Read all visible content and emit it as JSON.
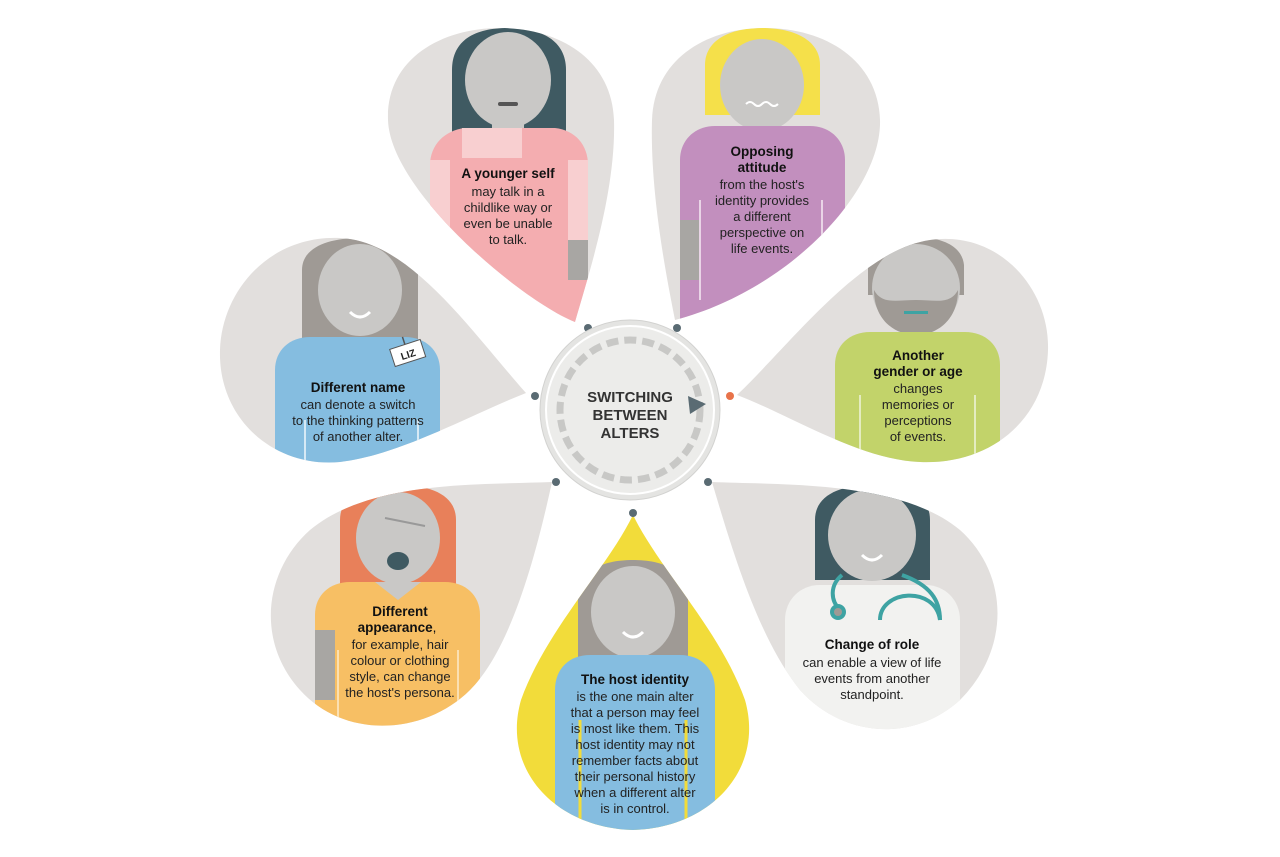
{
  "center": {
    "lines": [
      "SWITCHING",
      "BETWEEN",
      "ALTERS"
    ]
  },
  "alters": {
    "younger": {
      "title": "A younger self",
      "lines": [
        "may talk in a",
        "childlike way or",
        "even be unable",
        "to talk."
      ]
    },
    "opposing": {
      "title_lines": [
        "Opposing",
        "attitude"
      ],
      "lines": [
        "from the host's",
        "identity provides",
        "a different",
        "perspective on",
        "life events."
      ]
    },
    "gender": {
      "title_lines": [
        "Another",
        "gender or age"
      ],
      "lines": [
        "changes",
        "memories or",
        "perceptions",
        "of events."
      ]
    },
    "role": {
      "title": "Change of role",
      "lines": [
        "can enable a view of life",
        "events from another",
        "standpoint."
      ]
    },
    "host": {
      "title": "The host identity",
      "lines": [
        "is the one main alter",
        "that a person may feel",
        "is most like them. This",
        "host identity may not",
        "remember facts about",
        "their personal history",
        "when a different alter",
        "is in control."
      ]
    },
    "appearance": {
      "title_lines": [
        "Different",
        "appearance"
      ],
      "title_suffix": ",",
      "lines": [
        "for example, hair",
        "colour or clothing",
        "style, can change",
        "the host's persona."
      ]
    },
    "name": {
      "title": "Different name",
      "lines": [
        "can denote a switch",
        "to the thinking patterns",
        "of another alter."
      ],
      "tag": "LIZ"
    }
  },
  "colors": {
    "petal": "#e2dfdd",
    "host_petal": "#f2dc3a",
    "skin": "#c9c8c6",
    "pink_top": "#f4adb0",
    "purple_top": "#c28fbe",
    "green_top": "#c2d36a",
    "blue_top": "#85bde0",
    "orange_top": "#f7bf64",
    "white_coat": "#f2f2f0",
    "dark_hair": "#3f5a62",
    "blonde_hair": "#f5e04a",
    "grey_hair": "#9f9a95",
    "red_hair": "#e8805a",
    "stethoscope": "#3ea3a3",
    "accent_dot": "#e8734a"
  }
}
